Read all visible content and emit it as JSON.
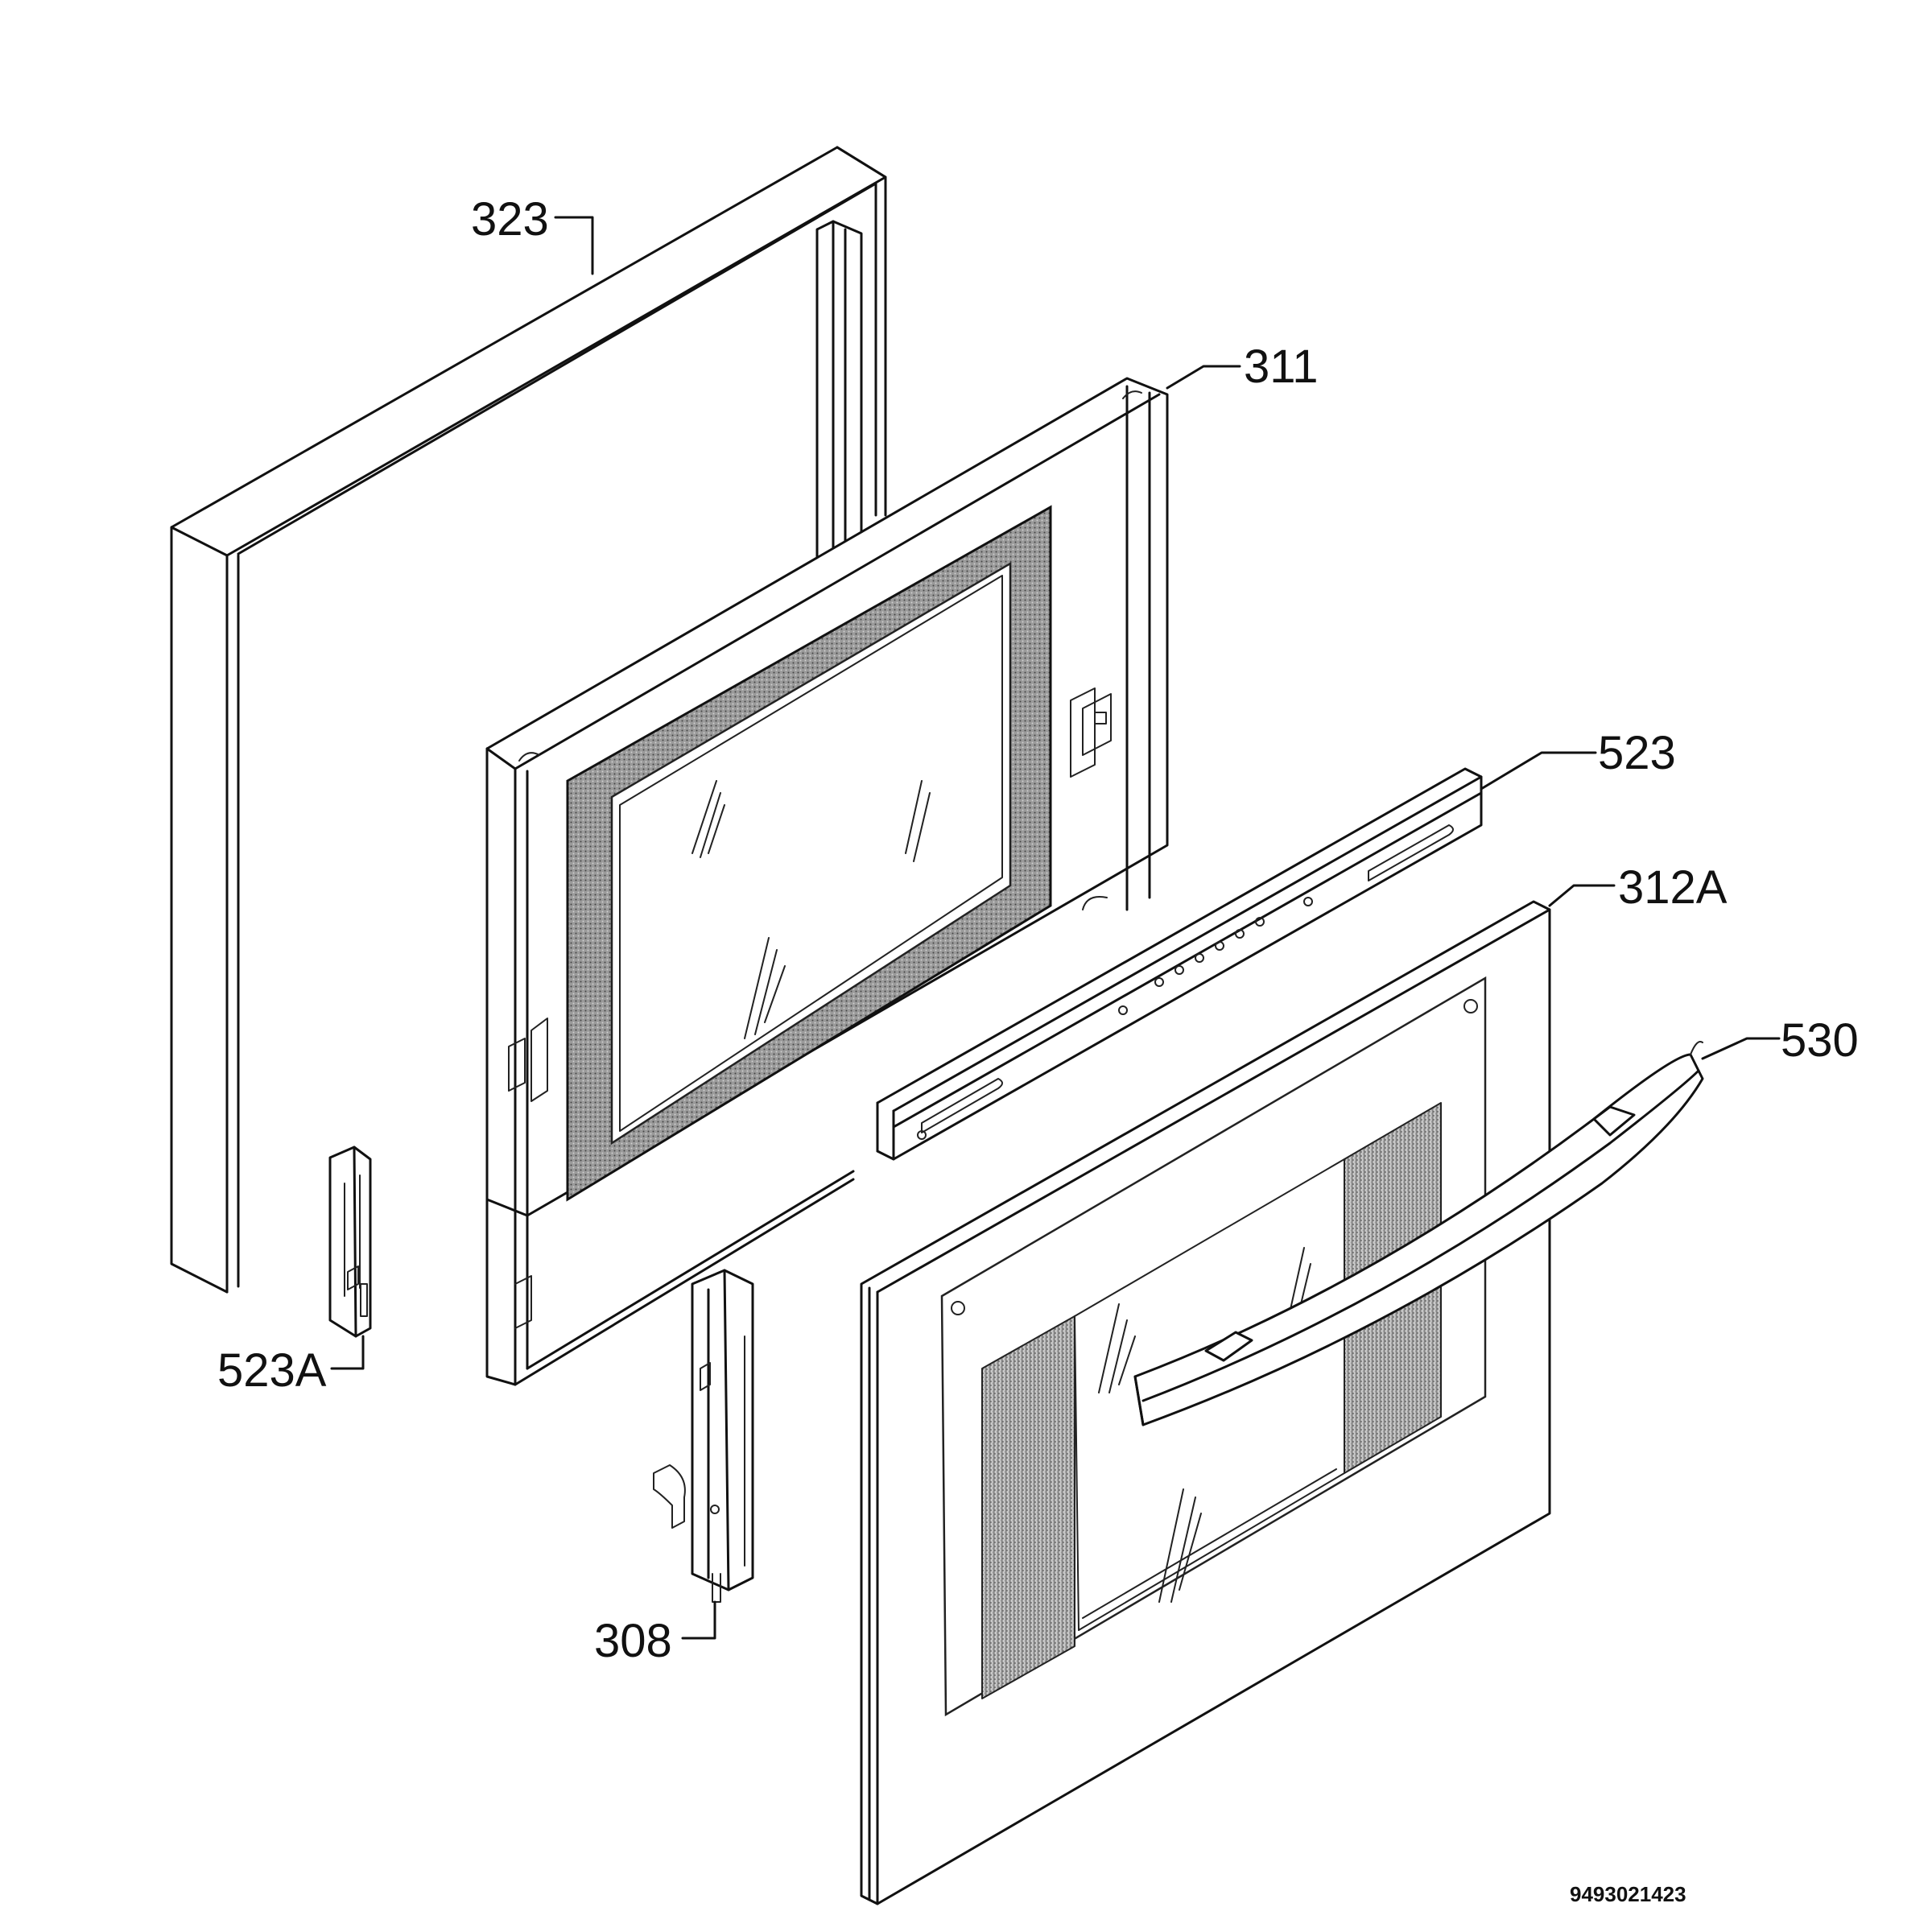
{
  "diagram": {
    "type": "exploded-parts-view",
    "callouts": [
      {
        "id": "c323",
        "label": "323"
      },
      {
        "id": "c311",
        "label": "311"
      },
      {
        "id": "c523",
        "label": "523"
      },
      {
        "id": "c312A",
        "label": "312A"
      },
      {
        "id": "c530",
        "label": "530"
      },
      {
        "id": "c523A",
        "label": "523A"
      },
      {
        "id": "c308",
        "label": "308"
      }
    ],
    "reference_number": "9493021423"
  }
}
